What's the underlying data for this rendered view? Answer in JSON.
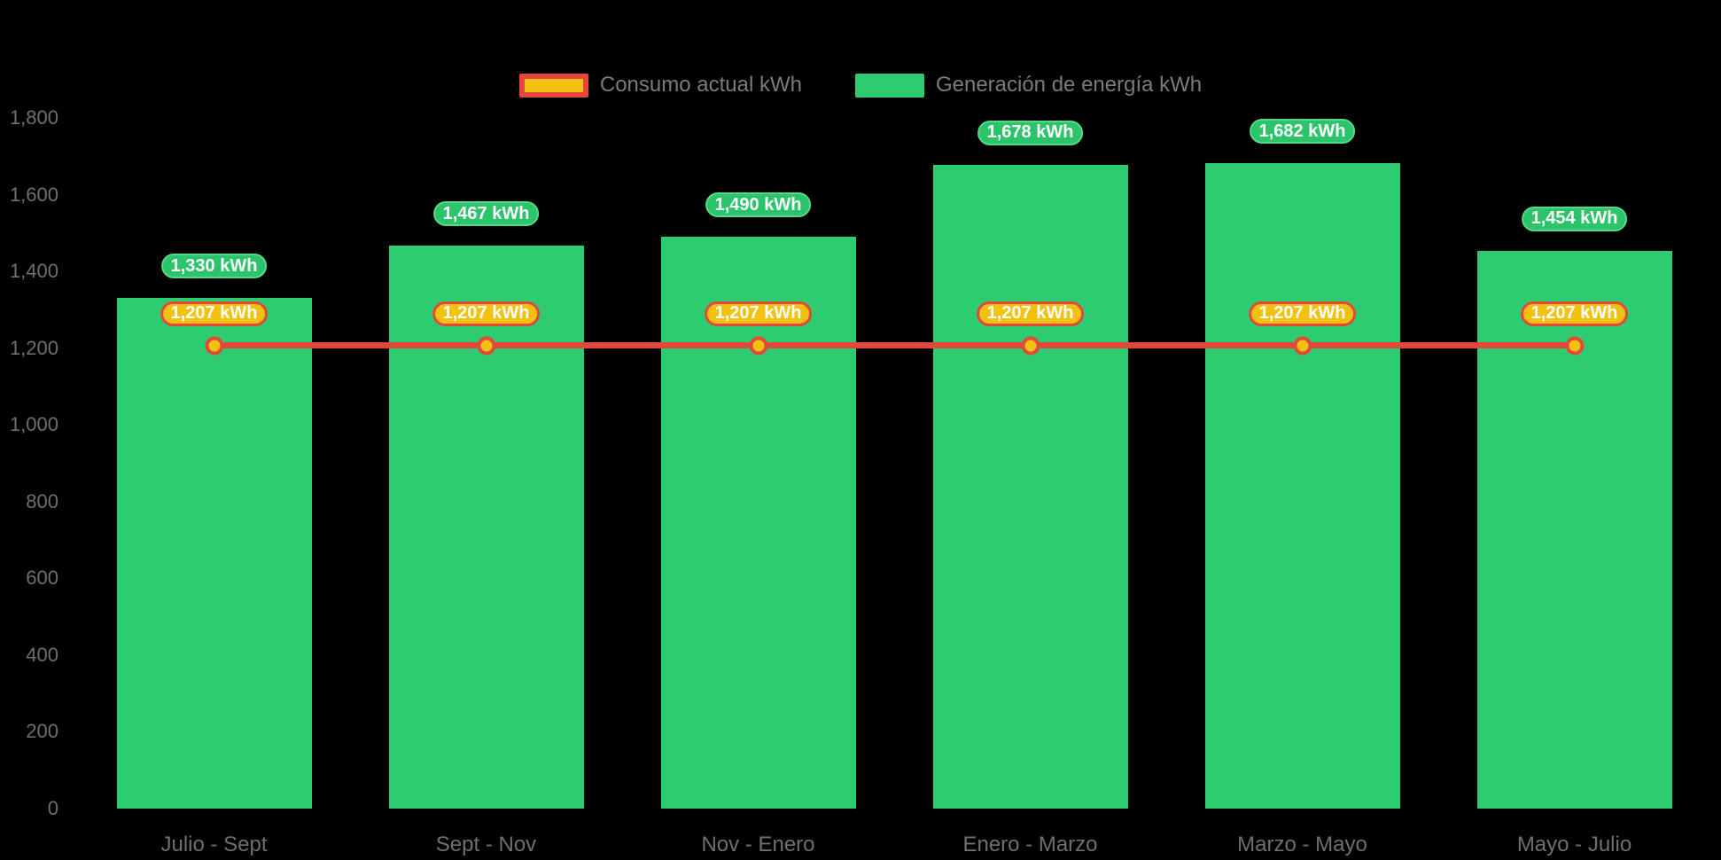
{
  "app": {
    "background": "#000000",
    "axis_text_color": "#6f6f6f",
    "legend_text_color": "#7b7b7b"
  },
  "legend": {
    "items": [
      {
        "label": "Consumo actual kWh",
        "swatch_fill": "#f3c111",
        "swatch_border": "#e5483a"
      },
      {
        "label": "Generación de energía kWh",
        "swatch_fill": "#2ecc71",
        "swatch_border": ""
      }
    ]
  },
  "chart_data": {
    "type": "bar",
    "title": "",
    "xlabel": "",
    "ylabel": "",
    "categories": [
      "Julio - Sept",
      "Sept - Nov",
      "Nov - Enero",
      "Enero - Marzo",
      "Marzo - Mayo",
      "Mayo - Julio"
    ],
    "series": [
      {
        "name": "Generación de energía kWh",
        "type": "bar",
        "color": "#2ecc71",
        "values": [
          1330,
          1467,
          1490,
          1678,
          1682,
          1454
        ],
        "labels": [
          "1,330 kWh",
          "1,467 kWh",
          "1,490 kWh",
          "1,678 kWh",
          "1,682 kWh",
          "1,454 kWh"
        ],
        "label_fill": "#2cc46b",
        "label_border": "#55da8a",
        "label_text_color": "#ffffff"
      },
      {
        "name": "Consumo actual kWh",
        "type": "line",
        "color": "#e5483a",
        "marker_fill": "#f3c111",
        "marker_border": "#e5483a",
        "values": [
          1207,
          1207,
          1207,
          1207,
          1207,
          1207
        ],
        "labels": [
          "1,207 kWh",
          "1,207 kWh",
          "1,207 kWh",
          "1,207 kWh",
          "1,207 kWh",
          "1,207 kWh"
        ],
        "label_fill": "#f3c111",
        "label_border": "#e5483a",
        "label_text_color": "#ffffff"
      }
    ],
    "ylim": [
      0,
      1800
    ],
    "yticks": [
      {
        "value": 0,
        "label": "0"
      },
      {
        "value": 200,
        "label": "200"
      },
      {
        "value": 400,
        "label": "400"
      },
      {
        "value": 600,
        "label": "600"
      },
      {
        "value": 800,
        "label": "800"
      },
      {
        "value": 1000,
        "label": "1,000"
      },
      {
        "value": 1200,
        "label": "1,200"
      },
      {
        "value": 1400,
        "label": "1,400"
      },
      {
        "value": 1600,
        "label": "1,600"
      },
      {
        "value": 1800,
        "label": "1,800"
      }
    ],
    "grid": false,
    "legend_position": "top-center"
  }
}
